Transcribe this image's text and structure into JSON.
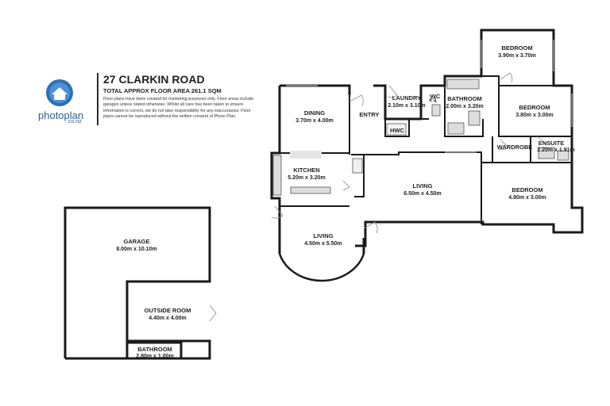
{
  "header": {
    "address": "27 CLARKIN ROAD",
    "area": "TOTAL APPROX FLOOR AREA 261.1 SQM",
    "disclaimer": "Floor plans have been created for marketing purposes only. Floor areas include garages unless stated otherwise. Whilst all care has been taken to ensure information is correct, we do not take responsibility for any inaccuracies. Floor plans cannot be reproduced without the written consent of Photo Plan."
  },
  "logo": {
    "brand": "photoplan",
    "sub": ".co.nz",
    "color": "#2a5c93"
  },
  "rooms": {
    "dining": {
      "name": "DINING",
      "dims": "3.70m  x 4.00m"
    },
    "entry": {
      "name": "ENTRY"
    },
    "laundry": {
      "name": "LAUNDRY",
      "dims": "2.10m  x 3.10m"
    },
    "wc": {
      "name": "WC",
      "dims": "x 1"
    },
    "hwc": {
      "name": "HWC"
    },
    "bathroom_main": {
      "name": "BATHROOM",
      "dims": "2.00m  x 3.20m"
    },
    "bedroom1": {
      "name": "BEDROOM",
      "dims": "3.90m  x 3.70m"
    },
    "bedroom2": {
      "name": "BEDROOM",
      "dims": "3.80m  x 3.00m"
    },
    "wardrobe": {
      "name": "WARDROBE"
    },
    "ensuite": {
      "name": "ENSUITE",
      "dims": "2.20m  x 1.91m"
    },
    "kitchen": {
      "name": "KITCHEN",
      "dims": "5.20m  x 3.20m"
    },
    "living_main": {
      "name": "LIVING",
      "dims": "6.50m  x 4.50m"
    },
    "living_bay": {
      "name": "LIVING",
      "dims": "4.50m  x 5.50m"
    },
    "bedroom3": {
      "name": "BEDROOM",
      "dims": "4.80m  x 3.00m"
    },
    "garage": {
      "name": "GARAGE",
      "dims": "8.00m  x 10.10m"
    },
    "outside_room": {
      "name": "OUTSIDE ROOM",
      "dims": "4.40m  x 4.00m"
    },
    "bathroom_garage": {
      "name": "BATHROOM",
      "dims": "2.80m  x 1.00m"
    }
  }
}
